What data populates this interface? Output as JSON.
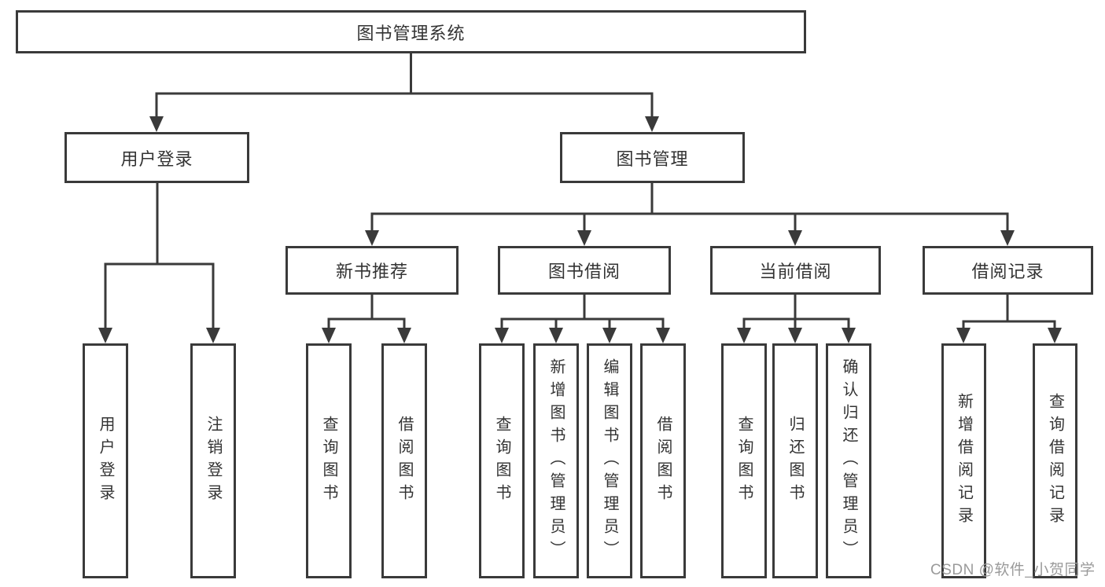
{
  "title": "图书管理系统",
  "level2": [
    {
      "label": "用户登录"
    },
    {
      "label": "图书管理"
    }
  ],
  "level3": [
    {
      "label": "新书推荐"
    },
    {
      "label": "图书借阅"
    },
    {
      "label": "当前借阅"
    },
    {
      "label": "借阅记录"
    }
  ],
  "leaves": {
    "user": [
      "用户登录",
      "注销登录"
    ],
    "recommend": [
      "查询图书",
      "借阅图书"
    ],
    "borrow": [
      "查询图书",
      "新增图书（管理员）",
      "编辑图书（管理员）",
      "借阅图书"
    ],
    "current": [
      "查询图书",
      "归还图书",
      "确认归还（管理员）"
    ],
    "records": [
      "新增借阅记录",
      "查询借阅记录"
    ]
  },
  "watermark": "CSDN @软件_小贺同学",
  "colors": {
    "line": "#3a3a3a",
    "text": "#333333",
    "background": "#ffffff",
    "watermark": "#9a9a9a"
  }
}
